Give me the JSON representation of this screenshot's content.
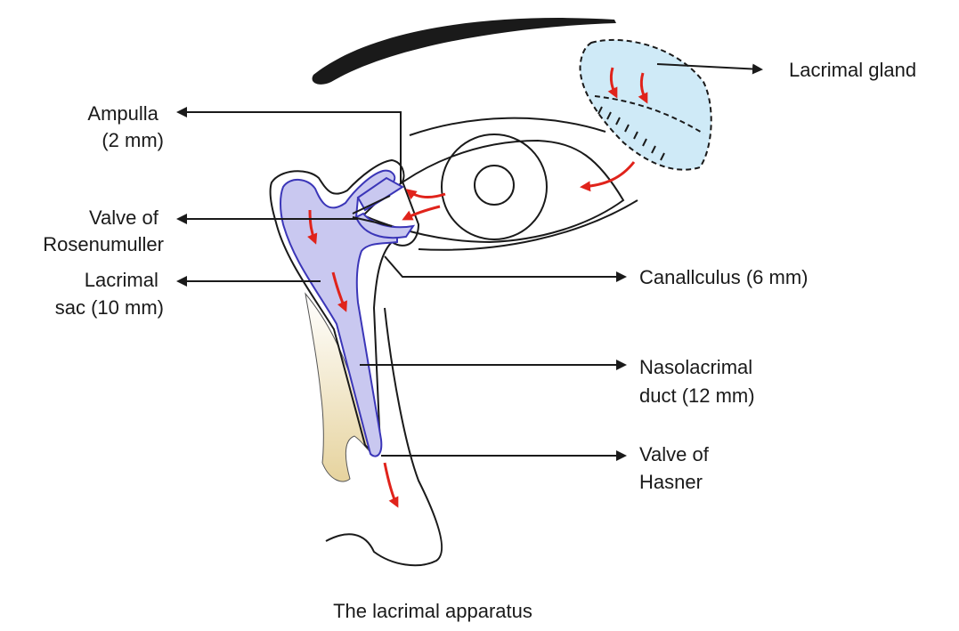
{
  "caption": "The lacrimal apparatus",
  "labels": {
    "lacrimal_gland": "Lacrimal gland",
    "ampulla": [
      "Ampulla",
      "(2 mm)"
    ],
    "valve_rosenmuller": [
      "Valve of",
      "Rosenumuller"
    ],
    "lacrimal_sac": [
      "Lacrimal",
      "sac (10 mm)"
    ],
    "canaliculus": "Canallculus (6 mm)",
    "nasolacrimal_duct": [
      "Nasolacrimal",
      "duct (12 mm)"
    ],
    "valve_hasner": [
      "Valve of",
      "Hasner"
    ]
  },
  "colors": {
    "gland_fill": "#cfeaf7",
    "duct_fill": "#c9c8f0",
    "duct_outline": "#3b36b8",
    "bone_fill": "#efe2b8",
    "flow_arrow": "#e0231b",
    "line": "#1a1a1a"
  }
}
